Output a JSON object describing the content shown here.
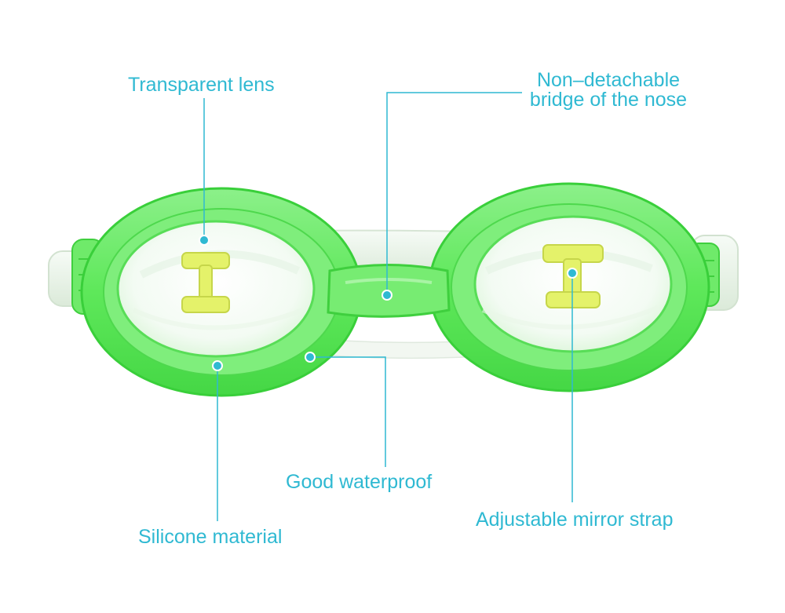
{
  "labels": {
    "transparent_lens": "Transparent lens",
    "nose_bridge_line1": "Non–detachable",
    "nose_bridge_line2": "bridge of the nose",
    "good_waterproof": "Good waterproof",
    "silicone_material": "Silicone material",
    "adjustable_strap": "Adjustable mirror strap"
  },
  "colors": {
    "callout": "#2fb9d2",
    "frame": "#5ee85a",
    "frame_dark": "#39cf3a",
    "strap": "#e9f4ea",
    "nose_pad": "#e4f26a"
  }
}
